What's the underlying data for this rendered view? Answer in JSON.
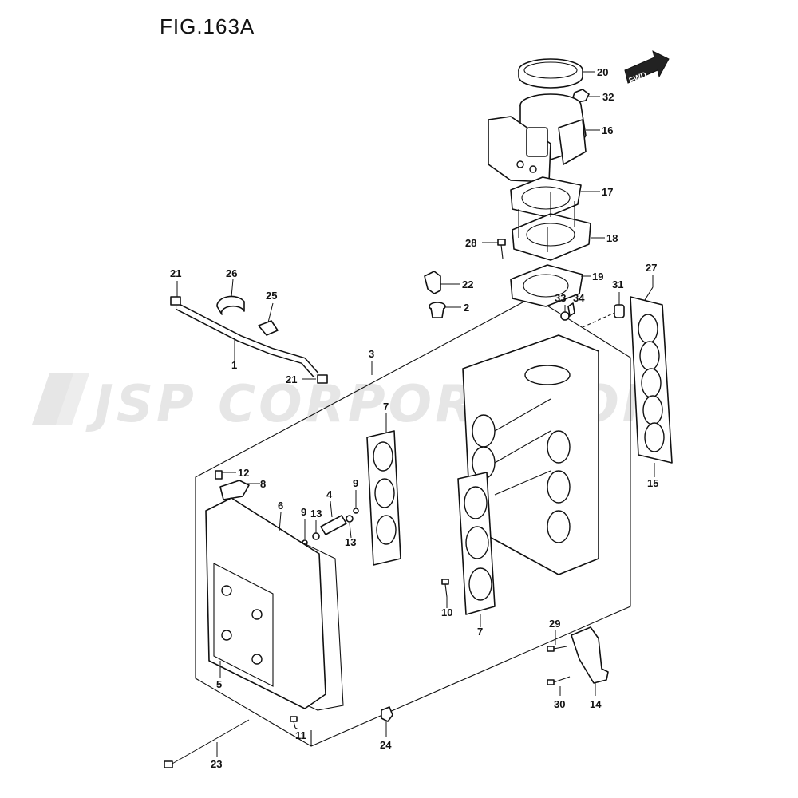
{
  "figure": {
    "title": "FIG.163A"
  },
  "watermark": {
    "text": "JSP CORPORATION"
  },
  "direction_marker": {
    "label": "FWD"
  },
  "callouts": [
    {
      "id": "c20",
      "label": "20"
    },
    {
      "id": "c32",
      "label": "32"
    },
    {
      "id": "c16",
      "label": "16"
    },
    {
      "id": "c17",
      "label": "17"
    },
    {
      "id": "c18",
      "label": "18"
    },
    {
      "id": "c28",
      "label": "28"
    },
    {
      "id": "c19",
      "label": "19"
    },
    {
      "id": "c27",
      "label": "27"
    },
    {
      "id": "c31",
      "label": "31"
    },
    {
      "id": "c22",
      "label": "22"
    },
    {
      "id": "c2",
      "label": "2"
    },
    {
      "id": "c33",
      "label": "33"
    },
    {
      "id": "c34",
      "label": "34"
    },
    {
      "id": "c21a",
      "label": "21"
    },
    {
      "id": "c26",
      "label": "26"
    },
    {
      "id": "c25",
      "label": "25"
    },
    {
      "id": "c1",
      "label": "1"
    },
    {
      "id": "c3",
      "label": "3"
    },
    {
      "id": "c21b",
      "label": "21"
    },
    {
      "id": "c7a",
      "label": "7"
    },
    {
      "id": "c15",
      "label": "15"
    },
    {
      "id": "c12",
      "label": "12"
    },
    {
      "id": "c8",
      "label": "8"
    },
    {
      "id": "c4",
      "label": "4"
    },
    {
      "id": "c9a",
      "label": "9"
    },
    {
      "id": "c6",
      "label": "6"
    },
    {
      "id": "c9b",
      "label": "9"
    },
    {
      "id": "c13a",
      "label": "13"
    },
    {
      "id": "c13b",
      "label": "13"
    },
    {
      "id": "c10",
      "label": "10"
    },
    {
      "id": "c7b",
      "label": "7"
    },
    {
      "id": "c29",
      "label": "29"
    },
    {
      "id": "c5",
      "label": "5"
    },
    {
      "id": "c30",
      "label": "30"
    },
    {
      "id": "c14",
      "label": "14"
    },
    {
      "id": "c11",
      "label": "11"
    },
    {
      "id": "c24",
      "label": "24"
    },
    {
      "id": "c23",
      "label": "23"
    }
  ]
}
